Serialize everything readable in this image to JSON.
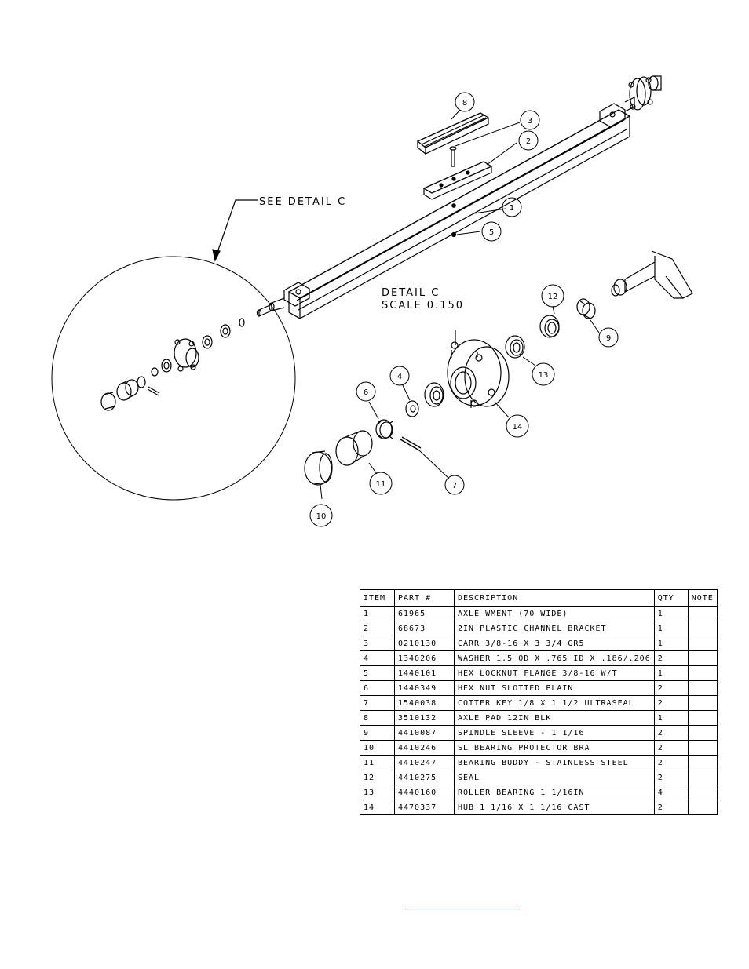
{
  "detail_callout": "SEE DETAIL  C",
  "detail_title": "DETAIL  C",
  "detail_scale": "SCALE  0.150",
  "balloons": [
    "1",
    "2",
    "3",
    "4",
    "5",
    "6",
    "7",
    "8",
    "9",
    "10",
    "11",
    "12",
    "13",
    "14"
  ],
  "bom": {
    "headers": [
      "ITEM",
      "PART #",
      "DESCRIPTION",
      "QTY",
      "NOTE"
    ],
    "rows": [
      {
        "item": "1",
        "part": "61965",
        "desc": "AXLE WMENT (70 WIDE)",
        "qty": "1",
        "note": ""
      },
      {
        "item": "2",
        "part": "68673",
        "desc": "2IN PLASTIC CHANNEL BRACKET",
        "qty": "1",
        "note": ""
      },
      {
        "item": "3",
        "part": "0210130",
        "desc": "CARR 3/8-16 X 3 3/4 GR5",
        "qty": "1",
        "note": ""
      },
      {
        "item": "4",
        "part": "1340206",
        "desc": "WASHER 1.5 OD X .765 ID X .186/.206",
        "qty": "2",
        "note": ""
      },
      {
        "item": "5",
        "part": "1440101",
        "desc": "HEX LOCKNUT FLANGE 3/8-16 W/T",
        "qty": "1",
        "note": ""
      },
      {
        "item": "6",
        "part": "1440349",
        "desc": "HEX NUT SLOTTED PLAIN",
        "qty": "2",
        "note": ""
      },
      {
        "item": "7",
        "part": "1540038",
        "desc": "COTTER KEY 1/8 X 1 1/2 ULTRASEAL",
        "qty": "2",
        "note": ""
      },
      {
        "item": "8",
        "part": "3510132",
        "desc": "AXLE PAD 12IN  BLK",
        "qty": "1",
        "note": ""
      },
      {
        "item": "9",
        "part": "4410087",
        "desc": "SPINDLE SLEEVE - 1 1/16",
        "qty": "2",
        "note": ""
      },
      {
        "item": "10",
        "part": "4410246",
        "desc": "SL BEARING PROTECTOR BRA",
        "qty": "2",
        "note": ""
      },
      {
        "item": "11",
        "part": "4410247",
        "desc": "BEARING BUDDY - STAINLESS STEEL",
        "qty": "2",
        "note": ""
      },
      {
        "item": "12",
        "part": "4410275",
        "desc": "SEAL",
        "qty": "2",
        "note": ""
      },
      {
        "item": "13",
        "part": "4440160",
        "desc": "ROLLER BEARING   1 1/16IN",
        "qty": "4",
        "note": ""
      },
      {
        "item": "14",
        "part": "4470337",
        "desc": "HUB   1 1/16 X 1 1/16 CAST",
        "qty": "2",
        "note": ""
      }
    ]
  }
}
